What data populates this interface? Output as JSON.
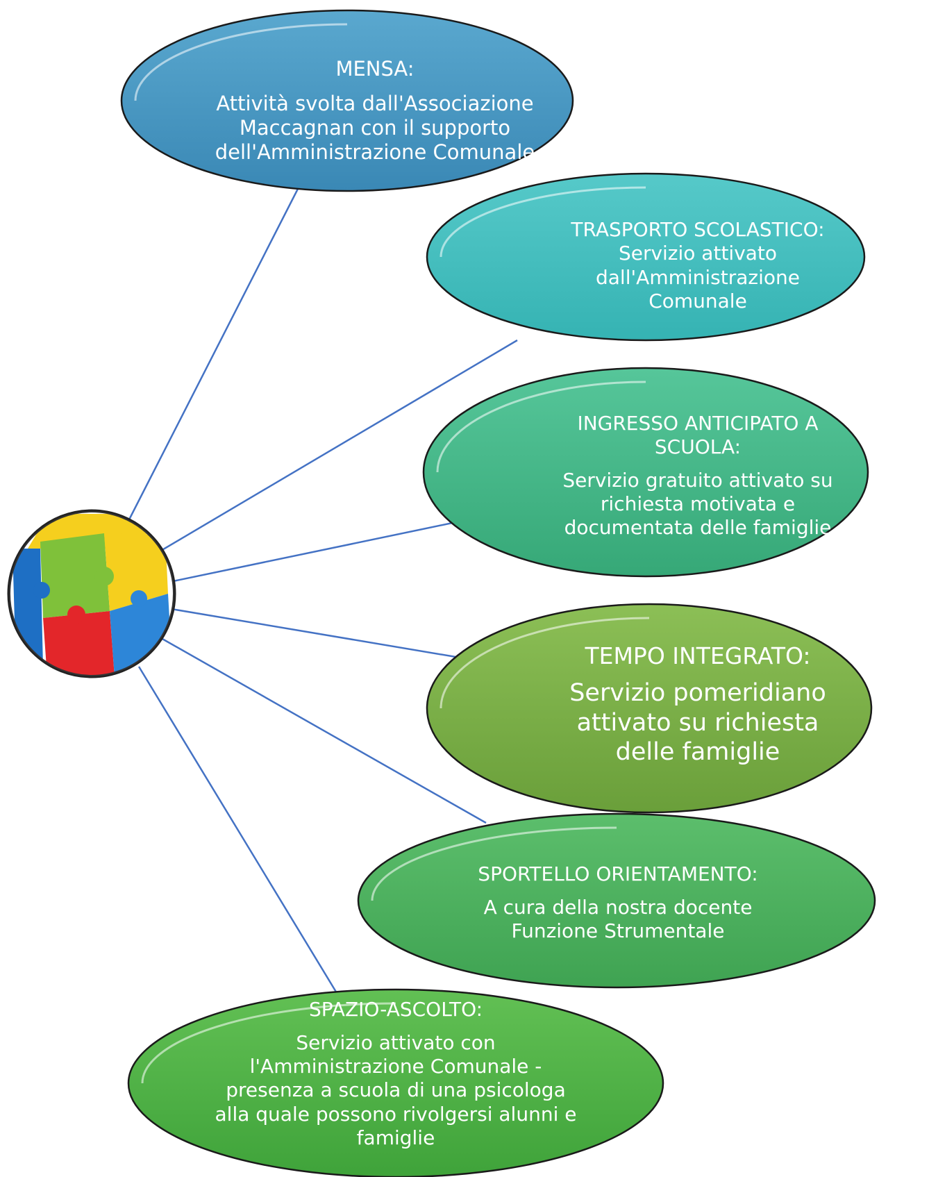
{
  "nodes": [
    {
      "id": "mensa",
      "title": "MENSA:",
      "description": "Attività svolta dall'Associazione Maccagnan con il supporto dell'Amministrazione Comunale",
      "color_top": "#5aa8cf",
      "color_bottom": "#3a88b5"
    },
    {
      "id": "trasporto",
      "title": "TRASPORTO SCOLASTICO:",
      "description": "Servizio attivato dall'Amministrazione Comunale",
      "color_top": "#56c9c9",
      "color_bottom": "#35b3b3"
    },
    {
      "id": "ingresso",
      "title": "INGRESSO ANTICIPATO A SCUOLA:",
      "description": "Servizio gratuito attivato su richiesta motivata e documentata delle famiglie",
      "color_top": "#56c69a",
      "color_bottom": "#36a877"
    },
    {
      "id": "tempo",
      "title": "TEMPO INTEGRATO:",
      "description": "Servizio pomeridiano attivato su richiesta delle famiglie",
      "color_top": "#8cbf56",
      "color_bottom": "#6a9f3a"
    },
    {
      "id": "sportello",
      "title": "SPORTELLO ORIENTAMENTO:",
      "description": "A cura della nostra docente Funzione Strumentale",
      "color_top": "#5cbe6c",
      "color_bottom": "#3fa352"
    },
    {
      "id": "spazio",
      "title": "SPAZIO-ASCOLTO:",
      "description": "Servizio attivato con l'Amministrazione Comunale - presenza a scuola di una psicologa alla quale possono rivolgersi alunni e famiglie",
      "color_top": "#62c054",
      "color_bottom": "#3fa33a"
    }
  ],
  "hub": {
    "icon": "puzzle-cube-icon",
    "colors": [
      "#1e6fc4",
      "#f5cf1e",
      "#7fc13a",
      "#e3262a",
      "#2d86d8"
    ]
  },
  "connector_color": "#4472c4"
}
